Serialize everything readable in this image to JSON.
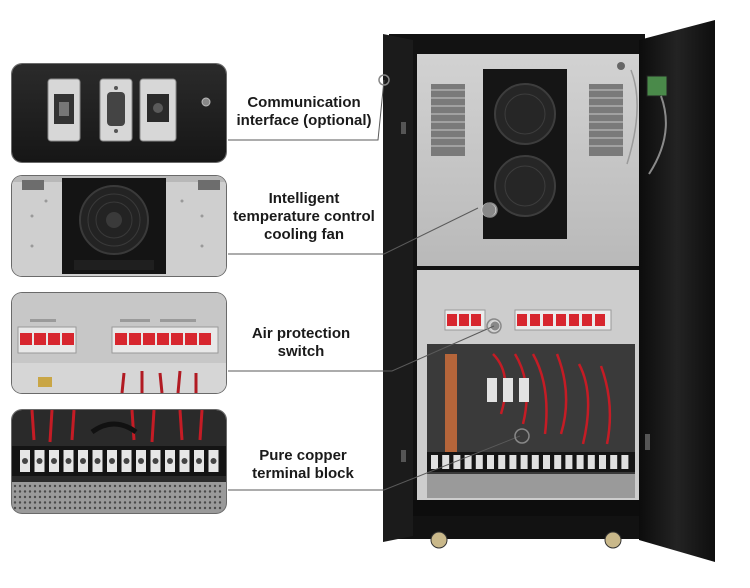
{
  "callouts": [
    {
      "id": "comm",
      "lines": [
        "Communication",
        "interface (optional)"
      ]
    },
    {
      "id": "fan",
      "lines": [
        "Intelligent",
        "temperature control",
        "cooling fan"
      ]
    },
    {
      "id": "switch",
      "lines": [
        "Air protection",
        "switch"
      ]
    },
    {
      "id": "term",
      "lines": [
        "Pure copper",
        "terminal block"
      ]
    }
  ],
  "colors": {
    "cabinet_body": "#121212",
    "panel_gray": "#c9c9c9",
    "breaker_red": "#d7262e",
    "copper": "#b5653a"
  }
}
